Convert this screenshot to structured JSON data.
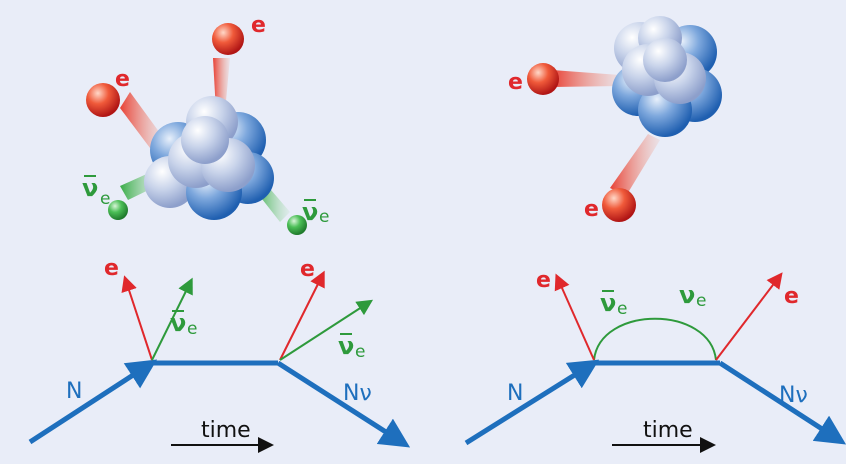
{
  "colors": {
    "background": "#e9edf8",
    "electron": "#e0282c",
    "neutrino": "#2e9a3c",
    "nucleus_line": "#1e6fbd",
    "text_dark": "#111111"
  },
  "left_panel": {
    "electron_labels": [
      "e",
      "e"
    ],
    "antineutrino_labels": [
      "ν",
      "ν"
    ],
    "antineutrino_subscript": "e",
    "feynman": {
      "nucleus_in": "N",
      "nucleus_out": "Nν",
      "electron_labels": [
        "e",
        "e"
      ],
      "antineutrino_labels": [
        "ν",
        "ν"
      ],
      "antineutrino_subscript": "e",
      "time_label": "time"
    }
  },
  "right_panel": {
    "electron_labels": [
      "e",
      "e"
    ],
    "feynman": {
      "nucleus_in": "N",
      "nucleus_out": "Nν",
      "electron_labels": [
        "e",
        "e"
      ],
      "loop_left": "ν",
      "loop_right": "ν",
      "loop_subscript": "e",
      "time_label": "time"
    }
  }
}
